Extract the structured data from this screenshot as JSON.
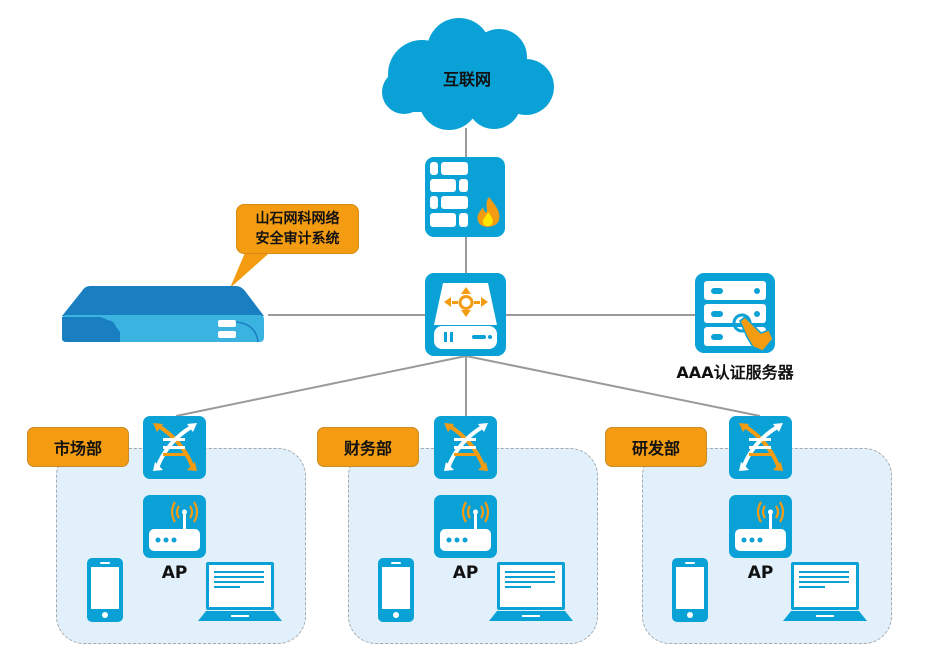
{
  "title": "Network topology with security audit system",
  "internet": {
    "label": "互联网",
    "icon": "cloud-icon"
  },
  "firewall": {
    "icon": "firewall-icon"
  },
  "core_switch": {
    "icon": "core-router-icon"
  },
  "audit_system": {
    "callout_line1": "山石网科网络",
    "callout_line2": "安全审计系统",
    "icon": "security-appliance-icon"
  },
  "aaa_server": {
    "label": "AAA认证服务器",
    "icon": "auth-server-icon"
  },
  "departments": [
    {
      "name": "市场部",
      "ap_label": "AP"
    },
    {
      "name": "财务部",
      "ap_label": "AP"
    },
    {
      "name": "研发部",
      "ap_label": "AP"
    }
  ],
  "colors": {
    "primary_blue": "#0AA2D6",
    "accent_orange": "#F39C12",
    "zone_fill": "#E1F0FB",
    "line_gray": "#9a9a9a"
  }
}
